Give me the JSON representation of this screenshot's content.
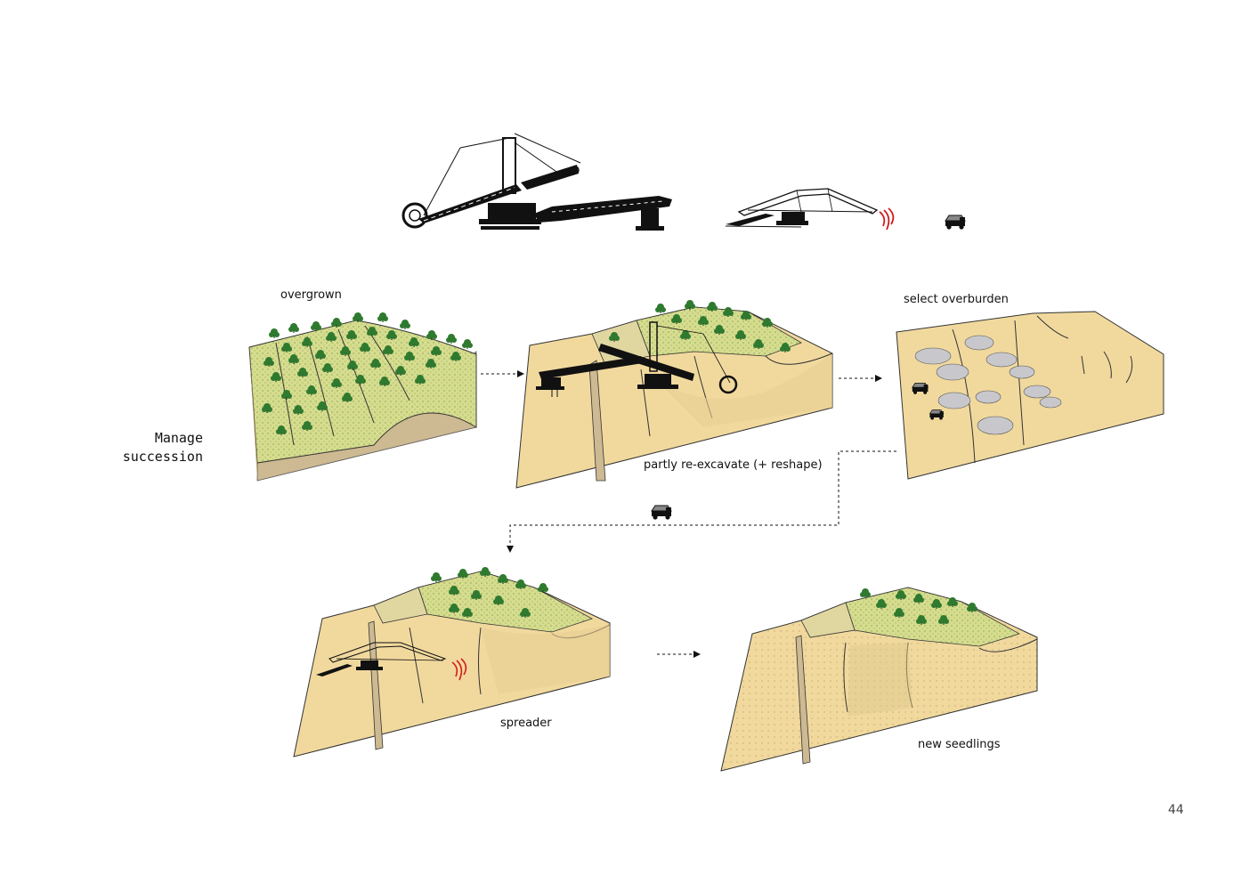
{
  "title": {
    "line1": "Manage",
    "line2": "succession"
  },
  "labels": {
    "overgrown": "overgrown",
    "reexcavate": "partly re-excavate (+ reshape)",
    "select": "select overburden",
    "spreader": "spreader",
    "seedlings": "new seedlings"
  },
  "page_number": "44",
  "colors": {
    "sand": "#f1d99e",
    "sand_light": "#f4dfa9",
    "sand_mid": "#e8cf92",
    "cliff": "#cdb992",
    "vegetation": "#d6dc8e",
    "tree": "#2f7a2f",
    "spoil": "#c8c8cc",
    "machine": "#111111",
    "accent_red": "#d21d1d"
  }
}
